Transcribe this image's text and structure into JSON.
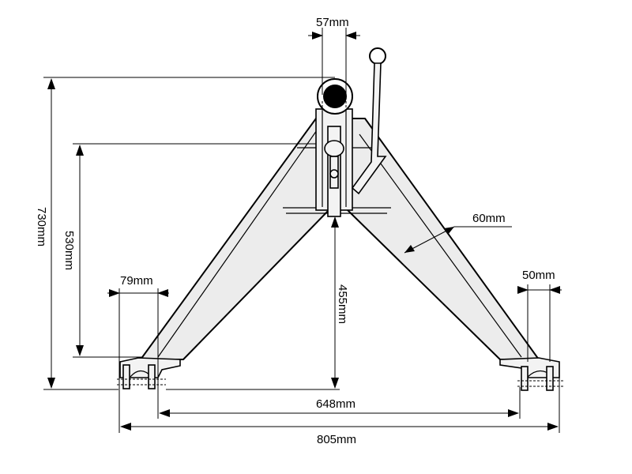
{
  "diagram": {
    "subject": "",
    "colors": {
      "line": "#000000",
      "fill": "#ececec",
      "background": "#ffffff"
    },
    "dimensions": {
      "pin_diameter": "57mm",
      "overall_height": "730mm",
      "frame_height": "530mm",
      "clearance_height": "455mm",
      "arm_width": "60mm",
      "left_foot_width": "79mm",
      "right_foot_width": "50mm",
      "inner_span": "648mm",
      "outer_span": "805mm"
    }
  }
}
